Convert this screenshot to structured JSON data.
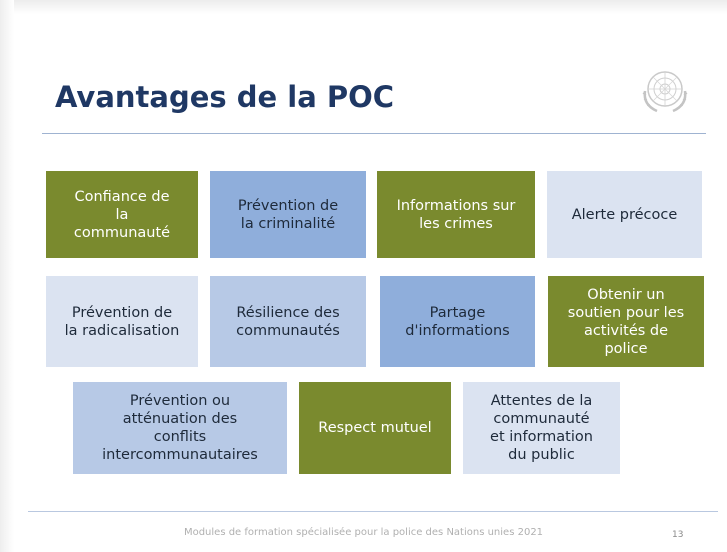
{
  "slide": {
    "title": "Avantages de la POC",
    "emblem_icon": "un-emblem-icon",
    "tiles": [
      {
        "label": "Confiance de\nla\ncommunauté",
        "color": "#7a8a2e"
      },
      {
        "label": "Prévention de\nla criminalité",
        "color": "#8faedb"
      },
      {
        "label": "Informations sur\nles crimes",
        "color": "#7a8a2e"
      },
      {
        "label": "Alerte précoce",
        "color": "#dbe3f1"
      },
      {
        "label": "Prévention de\nla radicalisation",
        "color": "#dbe3f1"
      },
      {
        "label": "Résilience des\ncommunautés",
        "color": "#b7c9e6"
      },
      {
        "label": "Partage\nd'informations",
        "color": "#8faedb"
      },
      {
        "label": "Obtenir un\nsoutien pour les\nactivités de\npolice",
        "color": "#7a8a2e"
      },
      {
        "label": "Prévention ou\natténuation des\nconflits\nintercommunautaires",
        "color": "#b7c9e6"
      },
      {
        "label": "Respect mutuel",
        "color": "#7a8a2e"
      },
      {
        "label": "Attentes de la\ncommunauté\net information\ndu public",
        "color": "#dbe3f1"
      }
    ],
    "footer": "Modules de formation spécialisée pour la police des Nations unies 2021",
    "page_number": "13"
  }
}
